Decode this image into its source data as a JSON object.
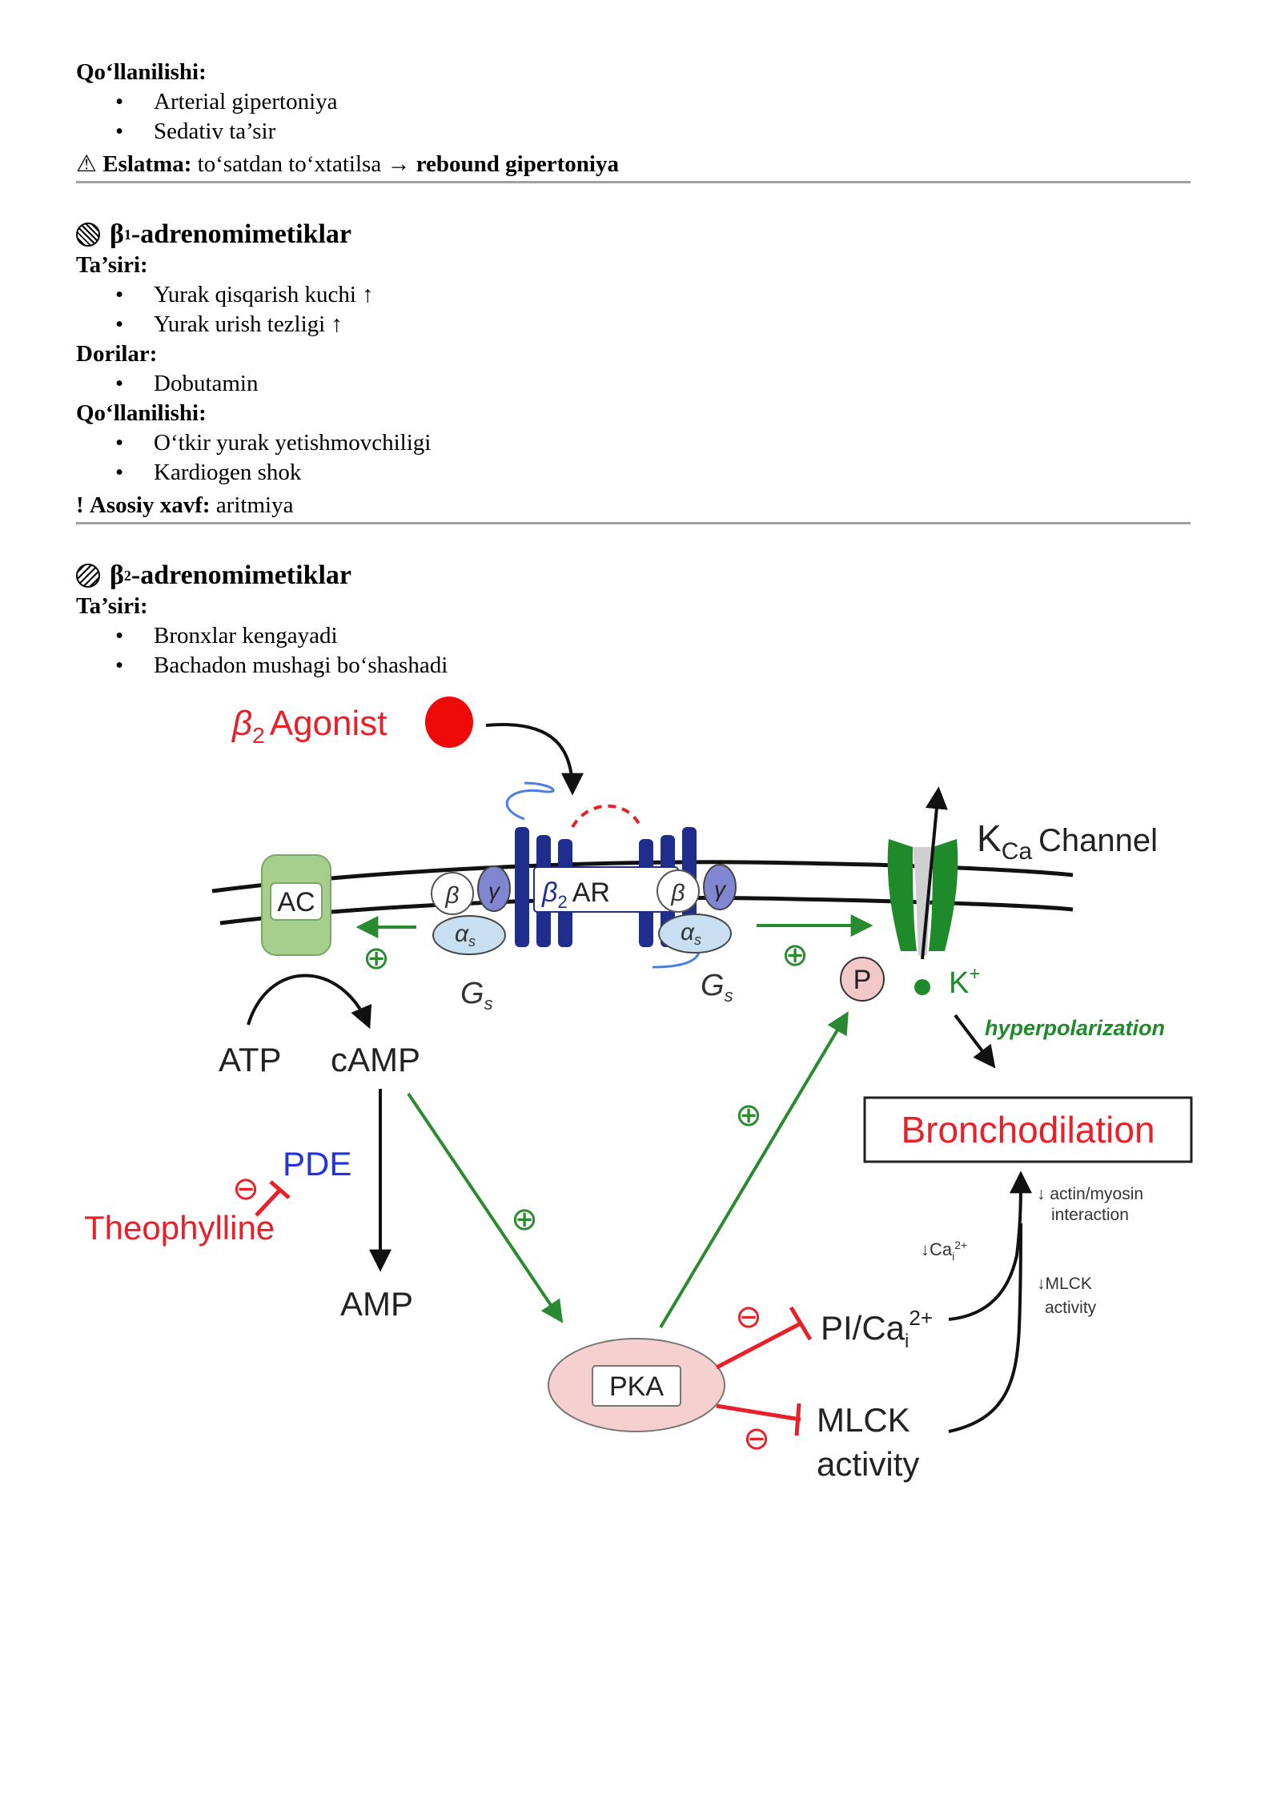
{
  "top": {
    "usage_label": "Qo‘llanilishi:",
    "usage_items": [
      "Arterial gipertoniya",
      "Sedativ ta’sir"
    ],
    "warning_icon": "⚠",
    "warning_label": "Eslatma:",
    "warning_text": "to‘satdan to‘xtatilsa →",
    "warning_bold": "rebound gipertoniya"
  },
  "beta1": {
    "title_pre": "β",
    "title_sub": "1",
    "title_post": "-adrenomimetiklar",
    "effect_label": "Ta’siri:",
    "effects": [
      "Yurak qisqarish kuchi ↑",
      "Yurak urish tezligi ↑"
    ],
    "drugs_label": "Dorilar:",
    "drugs": [
      "Dobutamin"
    ],
    "usage_label": "Qo‘llanilishi:",
    "usage_items": [
      "O‘tkir yurak yetishmovchiligi",
      "Kardiogen shok"
    ],
    "risk_mark": "!",
    "risk_label": "Asosiy xavf:",
    "risk_text": "aritmiya"
  },
  "beta2": {
    "title_pre": "β",
    "title_sub": "2",
    "title_post": "-adrenomimetiklar",
    "effect_label": "Ta’siri:",
    "effects": [
      "Bronxlar kengayadi",
      "Bachadon mushagi bo‘shashadi"
    ]
  },
  "diagram": {
    "agonist_beta": "β",
    "agonist_sub": "2",
    "agonist_text": "Agonist",
    "receptor_beta": "β",
    "receptor_sub": "2",
    "receptor_text": "AR",
    "ac": "AC",
    "beta": "β",
    "gamma": "γ",
    "alpha": "α",
    "alpha_sub": "s",
    "gs": "G",
    "gs_sub": "s",
    "kca_k": "K",
    "kca_sub": "Ca",
    "kca_text": "Channel",
    "p": "P",
    "kplus": "K",
    "kplus_sup": "+",
    "hyperpolarization": "hyperpolarization",
    "atp": "ATP",
    "camp": "cAMP",
    "amp": "AMP",
    "pde": "PDE",
    "theophylline": "Theophylline",
    "pka": "PKA",
    "bronchodilation": "Bronchodilation",
    "pi_ca": "PI/Ca",
    "pi_ca_sub": "i",
    "pi_ca_sup": "2+",
    "mlck": "MLCK",
    "activity": "activity",
    "small_ca": "↓Ca",
    "small_ca_sub": "i",
    "small_ca_sup": "2+",
    "actin_1": "↓ actin/myosin",
    "actin_2": "interaction",
    "mlck_small_1": "↓MLCK",
    "mlck_small_2": "activity",
    "plus": "⊕",
    "minus": "⊖",
    "colors": {
      "red": "#e8202a",
      "green": "#2a8a2f",
      "blue_receptor": "#1f2e8c",
      "ac_green": "#a6cf8d",
      "pde_blue": "#2233dd"
    }
  }
}
